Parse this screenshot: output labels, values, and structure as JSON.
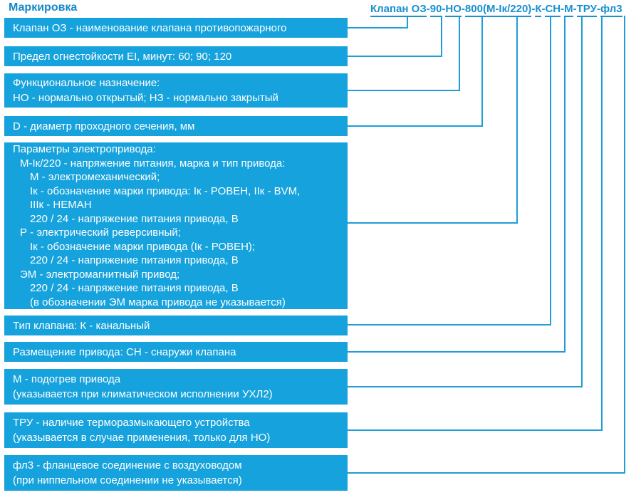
{
  "title": "Маркировка",
  "colors": {
    "box_fill": "#16A2DC",
    "box_text": "#FFFFFF",
    "title_accent": "#1787C9",
    "marking_accent": "#1890D1",
    "connector_line": "#1E9DD8"
  },
  "marking": {
    "full": "Клапан ОЗ-90-НО-800(М-Iк/220)-К-СН-М-ТРУ-фл3",
    "separator": "-",
    "segments": [
      "Клапан ОЗ",
      "90",
      "НО",
      "800(М-Iк/220)",
      "К",
      "СН",
      "М",
      "ТРУ",
      "фл3"
    ]
  },
  "boxes": [
    {
      "id": "valve-name",
      "lines": [
        {
          "text": "Клапан ОЗ - наименование клапана противопожарного"
        }
      ]
    },
    {
      "id": "fire-resistance",
      "lines": [
        {
          "text": "Предел огнестойкости EI, минут: 60; 90; 120"
        }
      ]
    },
    {
      "id": "functional-purpose",
      "lines": [
        {
          "text": "Функциональное назначение:"
        },
        {
          "text": "НО - нормально открытый; НЗ - нормально закрытый"
        }
      ]
    },
    {
      "id": "diameter",
      "lines": [
        {
          "text": "D - диаметр проходного сечения, мм"
        }
      ]
    },
    {
      "id": "actuator-parameters",
      "lines": [
        {
          "text": "Параметры электропривода:"
        },
        {
          "text": "М-Iк/220 - напряжение питания, марка и тип привода:"
        },
        {
          "text": "М - электромеханический;"
        },
        {
          "text": "Iк - обозначение марки привода: Iк - РОВЕН, IIк - BVM,"
        },
        {
          "text": "IIIк - НЕМАН"
        },
        {
          "text": "220 / 24 - напряжение питания привода, В"
        },
        {
          "text": "Р - электрический реверсивный;"
        },
        {
          "text": "Iк - обозначение марки привода (Iк - РОВЕН);"
        },
        {
          "text": "220 / 24 - напряжение питания привода, В"
        },
        {
          "text": "ЭМ - электромагнитный привод;"
        },
        {
          "text": "220 / 24 - напряжение питания привода, В"
        },
        {
          "text": "(в обозначении ЭМ марка привода не указывается)"
        }
      ]
    },
    {
      "id": "valve-type",
      "lines": [
        {
          "text": "Тип клапана: К - канальный"
        }
      ]
    },
    {
      "id": "actuator-placement",
      "lines": [
        {
          "text": "Размещение привода: СН - снаружи клапана"
        }
      ]
    },
    {
      "id": "actuator-heating",
      "lines": [
        {
          "text": "М - подогрев привода"
        },
        {
          "text": "(указывается при климатическом исполнении УХЛ2)"
        }
      ]
    },
    {
      "id": "thermal-release",
      "lines": [
        {
          "text": "ТРУ - наличие терморазмыкающего устройства"
        },
        {
          "text": "(указывается в случае применения, только для НО)"
        }
      ]
    },
    {
      "id": "flange-connection",
      "lines": [
        {
          "text": "фл3 - фланцевое соединение с воздуховодом"
        },
        {
          "text": "(при ниппельном соединении не указывается)"
        }
      ]
    }
  ]
}
